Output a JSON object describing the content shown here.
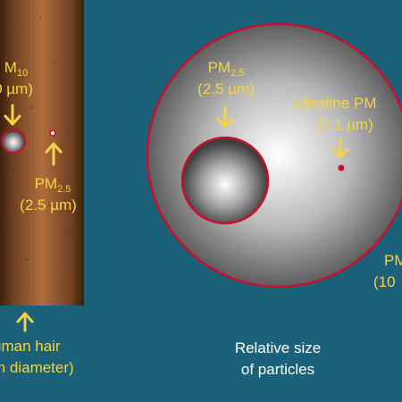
{
  "colors": {
    "background": "#1b617a",
    "label_yellow": "#f6d246",
    "label_white": "#ffffff",
    "outline_red": "#c8102e",
    "hair_brown": "#a8683a"
  },
  "pm10": {
    "prefix": "M",
    "sub": "10",
    "size": "0 µm)"
  },
  "hair_pm25": {
    "prefix": "PM",
    "sub": "2.5",
    "size": "(2.5 µm)"
  },
  "hair": {
    "line1": "uman hair",
    "line2": "m diameter)"
  },
  "big_pm25": {
    "prefix": "PM",
    "sub": "2.5",
    "size": "(2.5 µm)"
  },
  "ultrafine": {
    "line1": "Ultrafine PM",
    "line2": "(0.1 µm)"
  },
  "right_pm10": {
    "line1": "PM",
    "line2": "(10"
  },
  "caption": {
    "line1": "Relative size",
    "line2": "of particles"
  },
  "icons": {
    "arrow_down": "down-arrow-icon",
    "arrow_up": "up-arrow-icon"
  }
}
